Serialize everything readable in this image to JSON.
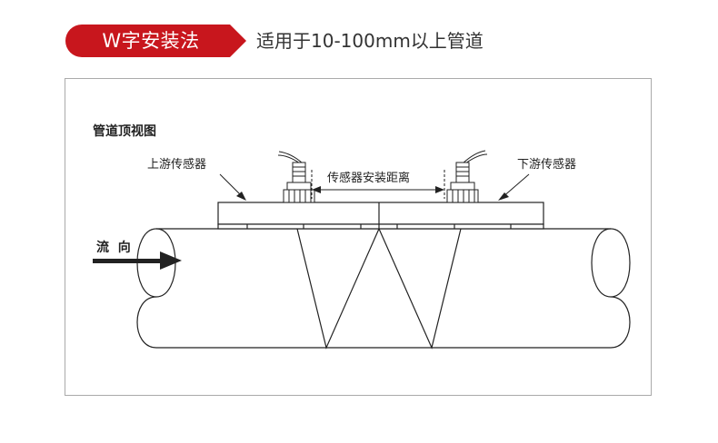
{
  "header": {
    "badge_label": "W字安装法",
    "subtitle": "适用于10-100mm以上管道",
    "accent_color": "#c8161d"
  },
  "diagram": {
    "title": "管道顶视图",
    "upstream_label": "上游传感器",
    "downstream_label": "下游传感器",
    "distance_label": "传感器安装距离",
    "flow_label": "流  向"
  }
}
